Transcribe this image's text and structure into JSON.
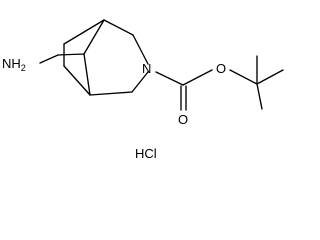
{
  "molecule": {
    "atoms": {
      "amine_nh2": "NH2",
      "ring_nitrogen": "N",
      "carbonyl_oxygen": "O",
      "ester_oxygen": "O"
    },
    "salt": "HCl"
  },
  "colors": {
    "bond": "#000000",
    "text": "#000000",
    "background": "#ffffff"
  }
}
